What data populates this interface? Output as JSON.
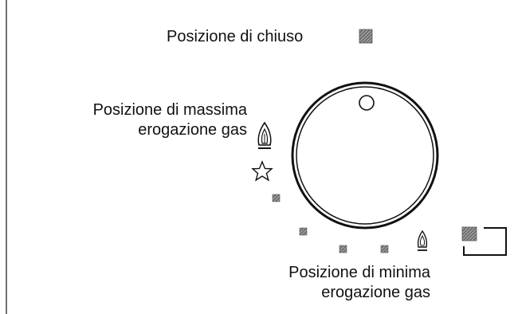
{
  "labels": {
    "closed": "Posizione di chiuso",
    "max_line1": "Posizione di massima",
    "max_line2": "erogazione gas",
    "min_line1": "Posizione di minima",
    "min_line2": "erogazione gas"
  },
  "symbols": {
    "max_flame": "flame-icon",
    "max_star": "star-icon",
    "min_flame": "flame-icon",
    "closed_marker": "hatched-square"
  },
  "colors": {
    "ink": "#111111",
    "hatch": "#555555",
    "background": "#ffffff"
  }
}
